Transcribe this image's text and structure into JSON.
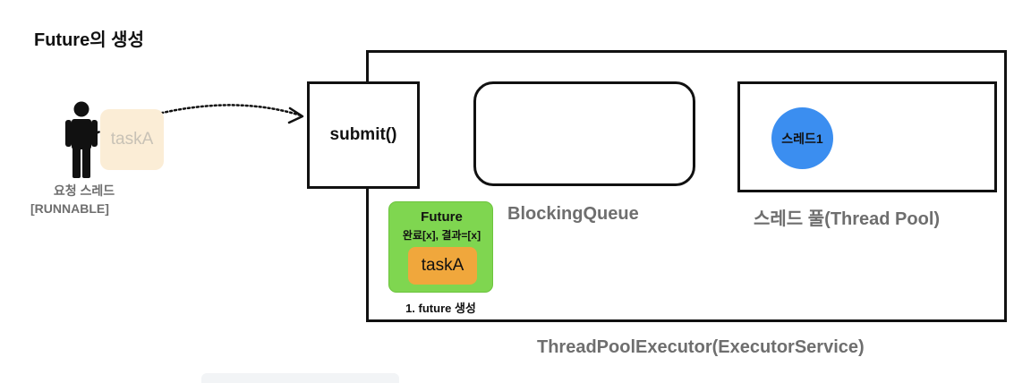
{
  "title": "Future의 생성",
  "requester": {
    "name": "요청 스레드",
    "state": "[RUNNABLE]",
    "icon": "person-icon",
    "task_label": "taskA"
  },
  "submit": {
    "label": "submit()"
  },
  "blocking_queue": {
    "label": "BlockingQueue"
  },
  "thread_pool": {
    "label": "스레드 풀(Thread Pool)",
    "threads": [
      "스레드1"
    ]
  },
  "future": {
    "title": "Future",
    "status": "완료[x], 결과=[x]",
    "task_label": "taskA",
    "caption": "1. future 생성"
  },
  "executor": {
    "label": "ThreadPoolExecutor(ExecutorService)"
  },
  "colors": {
    "future_green": "#7fd650",
    "task_orange": "#f0a73c",
    "thread_blue": "#3b8ef0",
    "label_grey": "#6e6e6e",
    "ghost_task": "#fbedd6"
  }
}
